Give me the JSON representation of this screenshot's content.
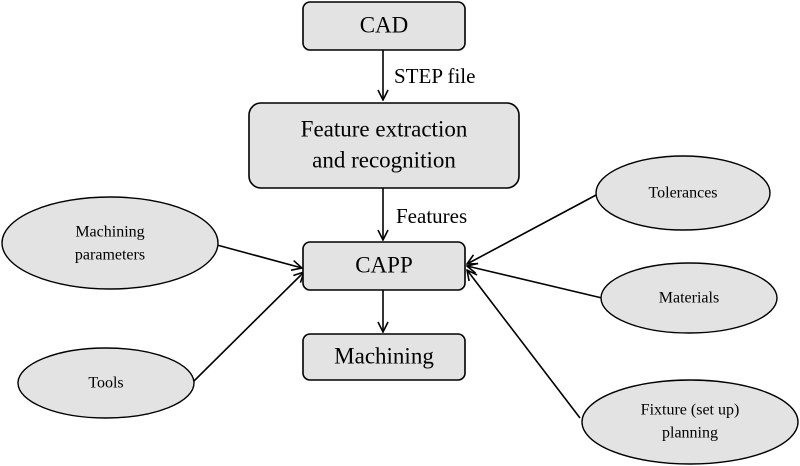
{
  "nodes": {
    "cad": {
      "label": "CAD"
    },
    "feature": {
      "line1": "Feature extraction",
      "line2": "and recognition"
    },
    "capp": {
      "label": "CAPP"
    },
    "machining": {
      "label": "Machining"
    },
    "machining_params": {
      "line1": "Machining",
      "line2": "parameters"
    },
    "tools": {
      "label": "Tools"
    },
    "tolerances": {
      "label": "Tolerances"
    },
    "materials": {
      "label": "Materials"
    },
    "fixture": {
      "line1": "Fixture  (set up)",
      "line2": "planning"
    }
  },
  "edges": {
    "cad_to_feature": {
      "label": "STEP  file"
    },
    "feature_to_capp": {
      "label": "Features"
    }
  }
}
